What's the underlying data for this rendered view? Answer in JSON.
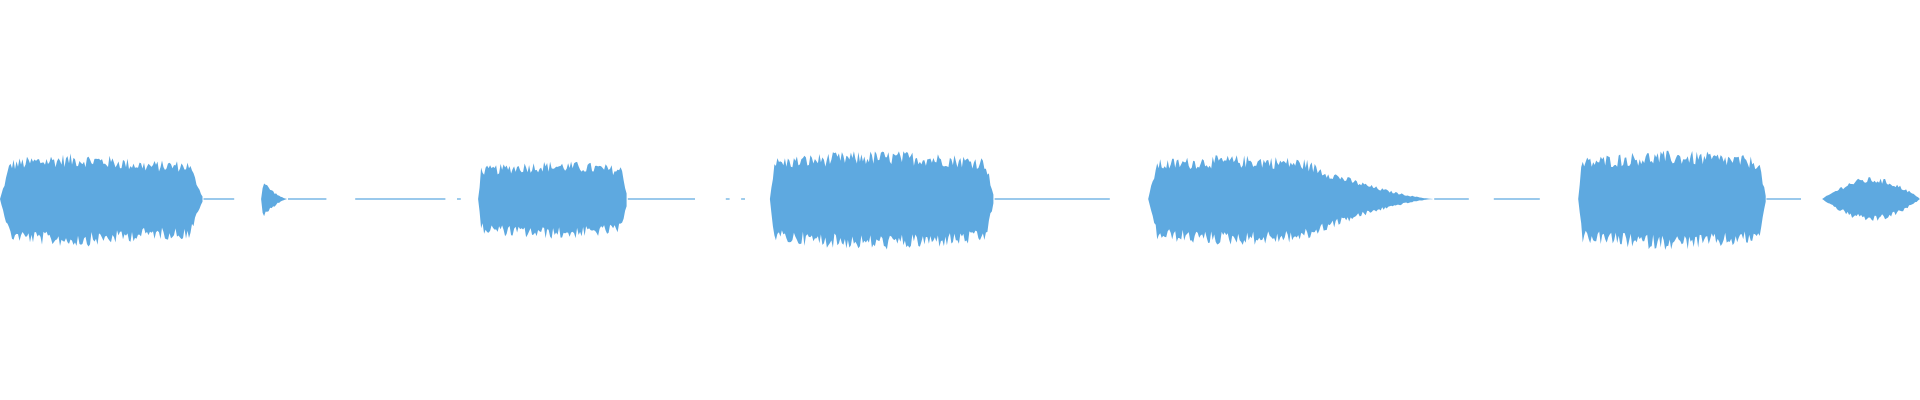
{
  "waveform": {
    "color": "#5ea9e0",
    "background": "#ffffff",
    "segments": [
      {
        "id": "seg-1",
        "start": 0.0,
        "end": 0.106,
        "level": 0.62,
        "shape": "bulge-front"
      },
      {
        "id": "seg-2",
        "start": 0.136,
        "end": 0.15,
        "level": 0.3,
        "shape": "decay"
      },
      {
        "id": "seg-3",
        "start": 0.249,
        "end": 0.327,
        "level": 0.52,
        "shape": "flat"
      },
      {
        "id": "seg-4",
        "start": 0.401,
        "end": 0.518,
        "level": 0.66,
        "shape": "flat"
      },
      {
        "id": "seg-5",
        "start": 0.598,
        "end": 0.747,
        "level": 0.6,
        "shape": "taper"
      },
      {
        "id": "seg-6",
        "start": 0.822,
        "end": 0.92,
        "level": 0.66,
        "shape": "flat"
      },
      {
        "id": "seg-7",
        "start": 0.949,
        "end": 1.0,
        "level": 0.3,
        "shape": "lens"
      }
    ],
    "silences": [
      {
        "start": 0.106,
        "end": 0.122
      },
      {
        "start": 0.15,
        "end": 0.17
      },
      {
        "start": 0.185,
        "end": 0.232
      },
      {
        "start": 0.238,
        "end": 0.24
      },
      {
        "start": 0.327,
        "end": 0.362
      },
      {
        "start": 0.378,
        "end": 0.38
      },
      {
        "start": 0.386,
        "end": 0.388
      },
      {
        "start": 0.518,
        "end": 0.578
      },
      {
        "start": 0.747,
        "end": 0.765
      },
      {
        "start": 0.778,
        "end": 0.802
      },
      {
        "start": 0.92,
        "end": 0.938
      }
    ]
  }
}
